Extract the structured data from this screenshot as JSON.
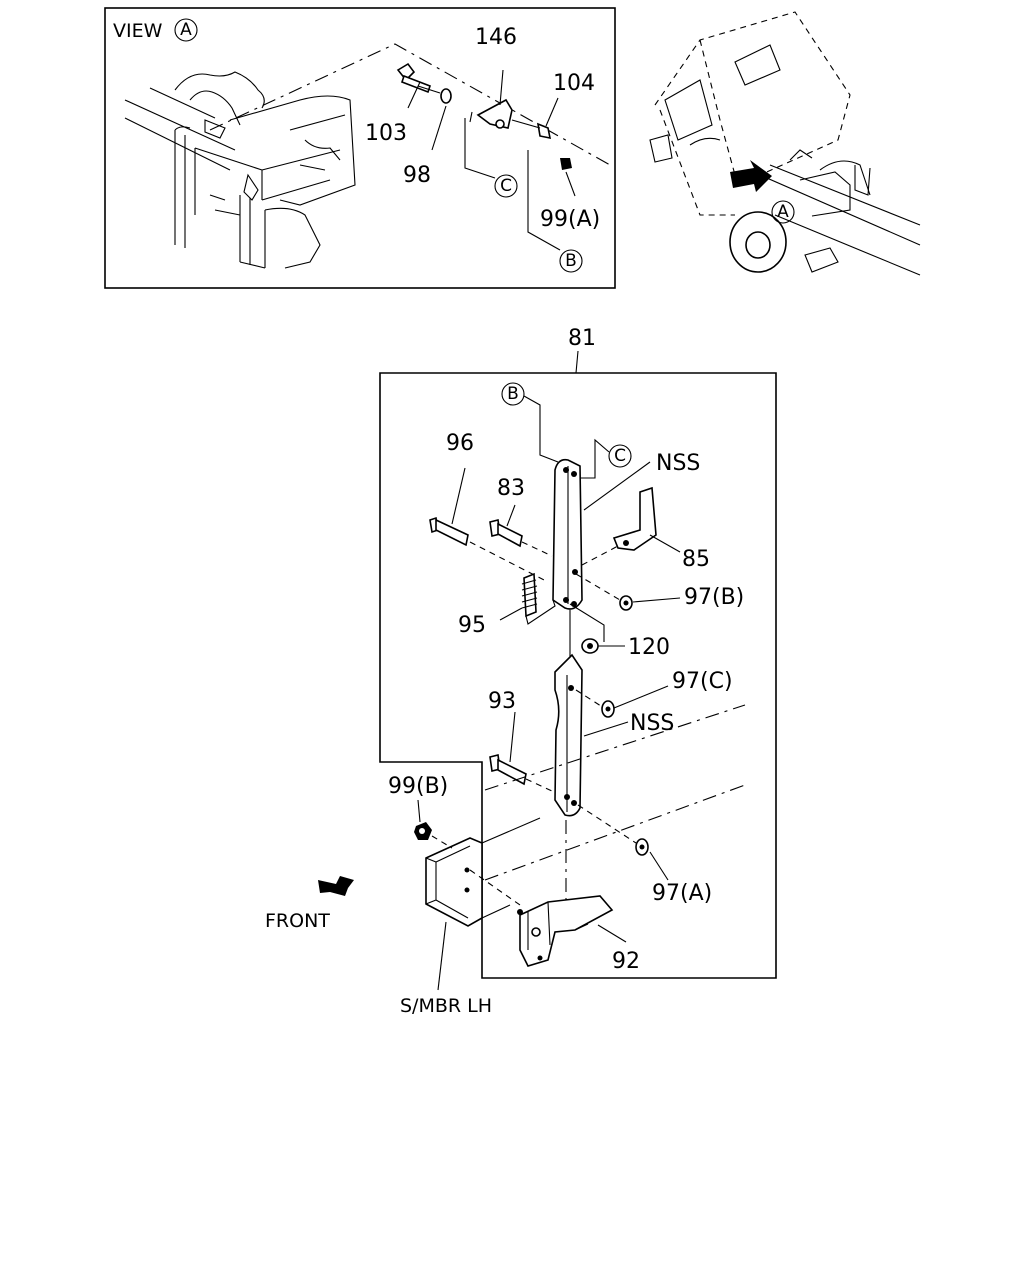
{
  "view_box": {
    "title": "VIEW",
    "title_circle": "A",
    "labels": {
      "p146": "146",
      "p104": "104",
      "p103": "103",
      "p98": "98",
      "p99a": "99(A)",
      "ref_c": "C",
      "ref_b": "B"
    }
  },
  "truck_view": {
    "ref_a": "A"
  },
  "main": {
    "labels": {
      "p81": "81",
      "ref_b": "B",
      "ref_c": "C",
      "nss_top": "NSS",
      "p96": "96",
      "p83": "83",
      "p85": "85",
      "p97b": "97(B)",
      "p95": "95",
      "p120": "120",
      "p97c": "97(C)",
      "p93": "93",
      "nss_mid": "NSS",
      "p99b": "99(B)",
      "p97a": "97(A)",
      "p92": "92",
      "front": "FRONT",
      "smbr": "S/MBR  LH"
    }
  }
}
